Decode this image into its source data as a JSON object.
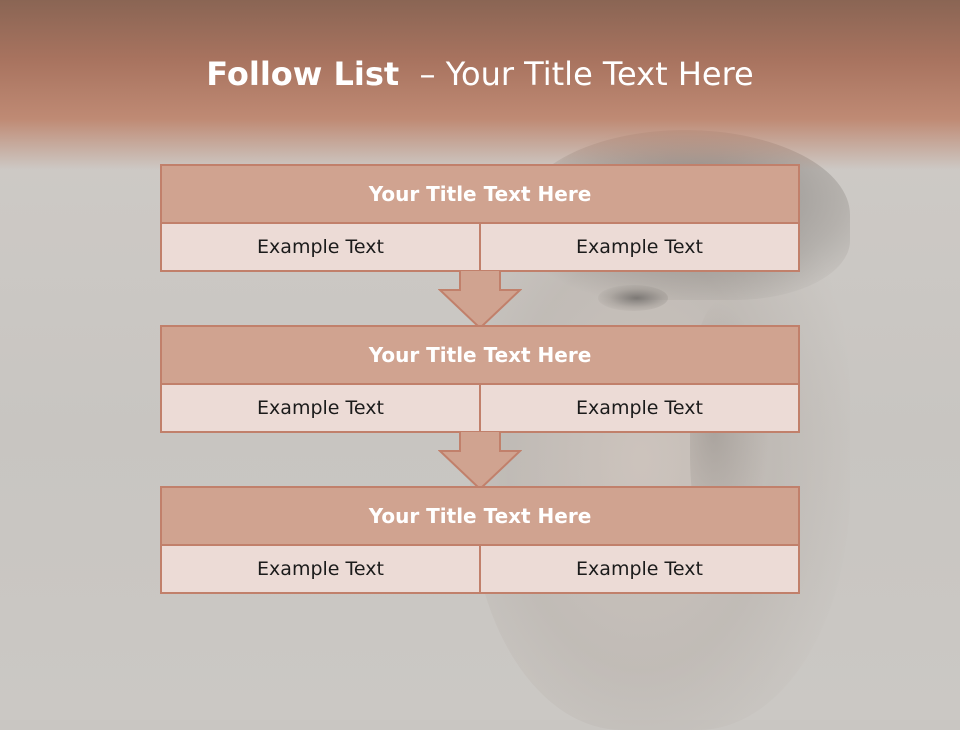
{
  "slide": {
    "title_bold": "Follow List",
    "title_rest": "– Your Title Text Here"
  },
  "steps": [
    {
      "title": "Your Title Text Here",
      "left": "Example Text",
      "right": "Example Text"
    },
    {
      "title": "Your Title Text Here",
      "left": "Example Text",
      "right": "Example Text"
    },
    {
      "title": "Your Title Text Here",
      "left": "Example Text",
      "right": "Example Text"
    }
  ],
  "colors": {
    "header_band": "#a8735f",
    "block_header": "#d0a390",
    "block_cell": "#ecdbd6",
    "border": "#c1806b"
  }
}
